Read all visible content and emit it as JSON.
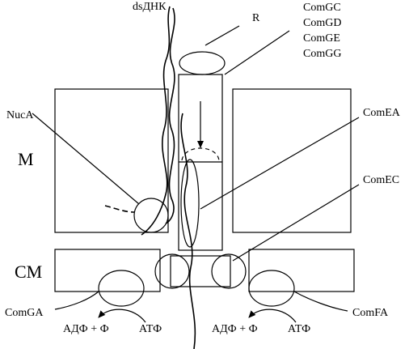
{
  "labels": {
    "dsdna": "dsДНК",
    "r": "R",
    "comgc": "ComGC",
    "comgd": "ComGD",
    "comge": "ComGE",
    "comgg": "ComGG",
    "nuca": "NucA",
    "comea": "ComEA",
    "m": "M",
    "comec": "ComEC",
    "cm": "CM",
    "comga": "ComGA",
    "comfa": "ComFA",
    "adp_left": "АДФ + Ф",
    "atp_left": "АТФ",
    "adp_right": "АДФ + Ф",
    "atp_right": "АТФ"
  }
}
